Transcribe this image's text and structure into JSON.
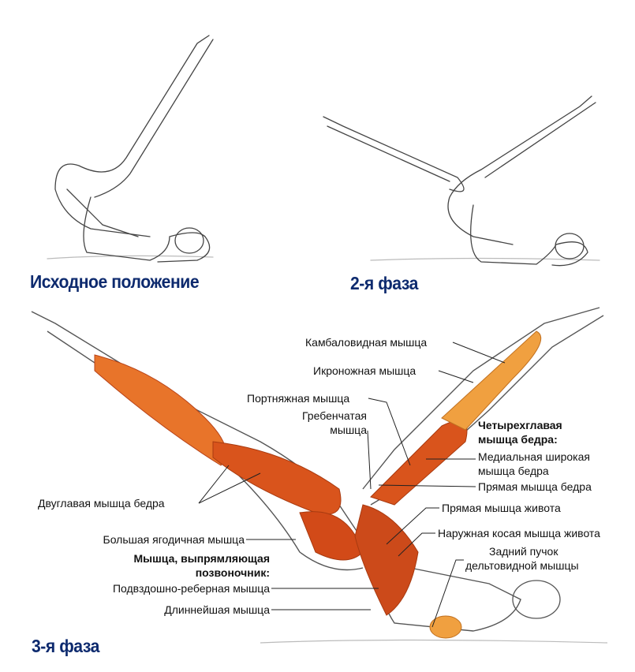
{
  "captions": {
    "start": "Исходное положение",
    "phase2": "2-я фаза",
    "phase3": "3-я фаза"
  },
  "labels": {
    "soleus": "Камбаловидная мышца",
    "gastrocnemius": "Икроножная мышца",
    "sartorius": "Портняжная мышца",
    "pectineus_1": "Гребенчатая",
    "pectineus_2": "мышца",
    "quadriceps_1": "Четырехглавая",
    "quadriceps_2": "мышца бедра:",
    "vastus_medialis_1": "Медиальная широкая",
    "vastus_medialis_2": "мышца бедра",
    "rectus_femoris": "Прямая мышца бедра",
    "rectus_abdominis": "Прямая мышца живота",
    "external_oblique": "Наружная косая мышца живота",
    "posterior_deltoid_1": "Задний пучок",
    "posterior_deltoid_2": "дельтовидной мышцы",
    "biceps_femoris": "Двуглавая мышца бедра",
    "gluteus_maximus": "Большая ягодичная мышца",
    "erector_spinae_1": "Мышца, выпрямляющая",
    "erector_spinae_2": "позвоночник:",
    "iliocostalis": "Подвздошно-реберная мышца",
    "longissimus": "Длиннейшая мышца"
  },
  "colors": {
    "caption": "#0d2a6e",
    "muscle": "#d9541c",
    "muscle_light": "#f0a040"
  }
}
